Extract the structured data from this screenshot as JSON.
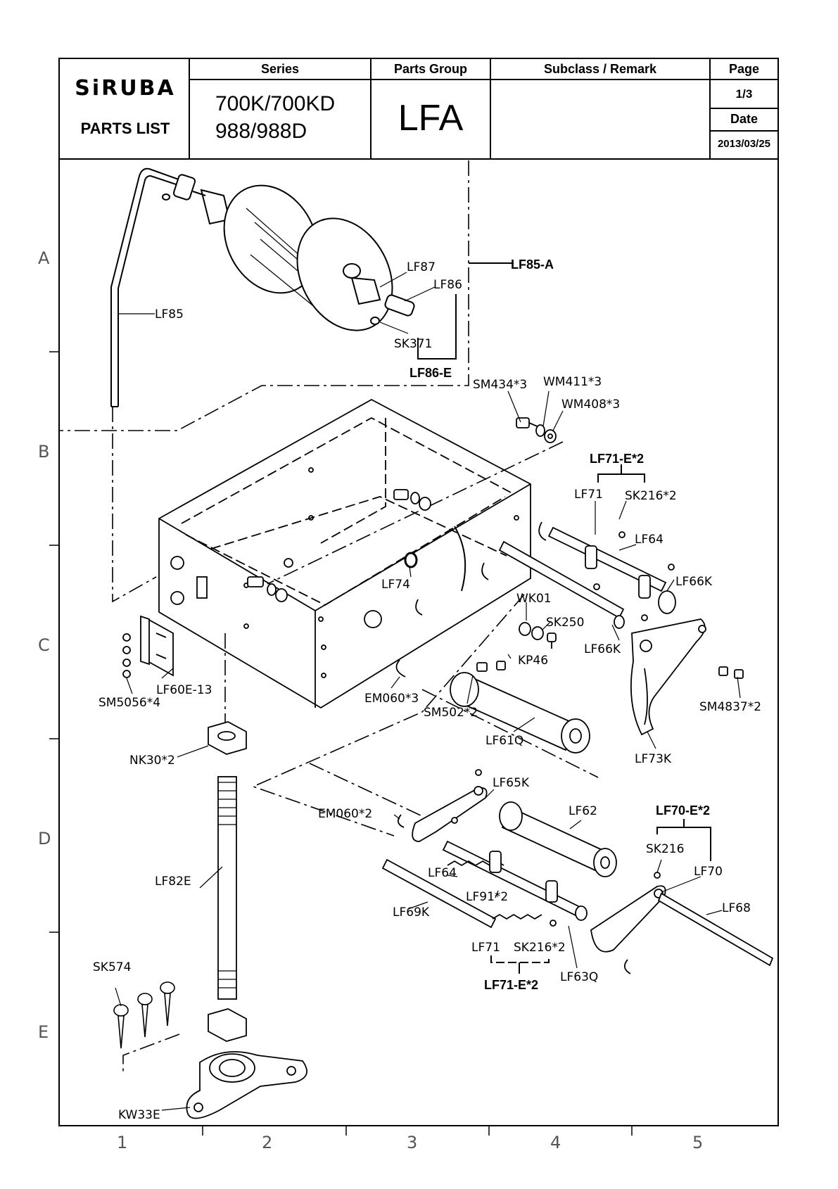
{
  "header": {
    "brand": "SiRUBA",
    "doc_type": "PARTS LIST",
    "series_label": "Series",
    "series_line1": "700K/700KD",
    "series_line2": "988/988D",
    "parts_group_label": "Parts Group",
    "parts_group": "LFA",
    "subclass_label": "Subclass / Remark",
    "subclass_value": "",
    "page_label": "Page",
    "page_value": "1/3",
    "date_label": "Date",
    "date_value": "2013/03/25"
  },
  "zones": {
    "rows": [
      "A",
      "B",
      "C",
      "D",
      "E"
    ],
    "cols": [
      "1",
      "2",
      "3",
      "4",
      "5"
    ]
  },
  "part_labels": {
    "lf87": "LF87",
    "lf86": "LF86",
    "lf85a": "LF85-A",
    "lf85": "LF85",
    "sk371": "SK371",
    "lf86e": "LF86-E",
    "sm434": "SM434*3",
    "wm411": "WM411*3",
    "wm408": "WM408*3",
    "lf71e_top": "LF71-E*2",
    "lf71_top": "LF71",
    "sk216_top": "SK216*2",
    "lf64_top": "LF64",
    "lf66k_top": "LF66K",
    "lf74": "LF74",
    "wk01": "WK01",
    "sk250": "SK250",
    "kp46": "KP46",
    "lf66k_mid": "LF66K",
    "lf60e": "LF60E-13",
    "sm5056": "SM5056*4",
    "em060_3": "EM060*3",
    "sm502": "SM502*2",
    "sm4837": "SM4837*2",
    "lf61q": "LF61Q",
    "lf73k": "LF73K",
    "nk30": "NK30*2",
    "lf65k": "LF65K",
    "em060_2": "EM060*2",
    "lf62": "LF62",
    "lf70e": "LF70-E*2",
    "sk216_single": "SK216",
    "lf70": "LF70",
    "lf64_bot": "LF64",
    "lf91": "LF91*2",
    "lf82e": "LF82E",
    "lf69k": "LF69K",
    "lf68": "LF68",
    "lf71_bot": "LF71",
    "sk216_bot": "SK216*2",
    "lf63q": "LF63Q",
    "lf71e_bot": "LF71-E*2",
    "sk574": "SK574",
    "kw33e": "KW33E"
  }
}
